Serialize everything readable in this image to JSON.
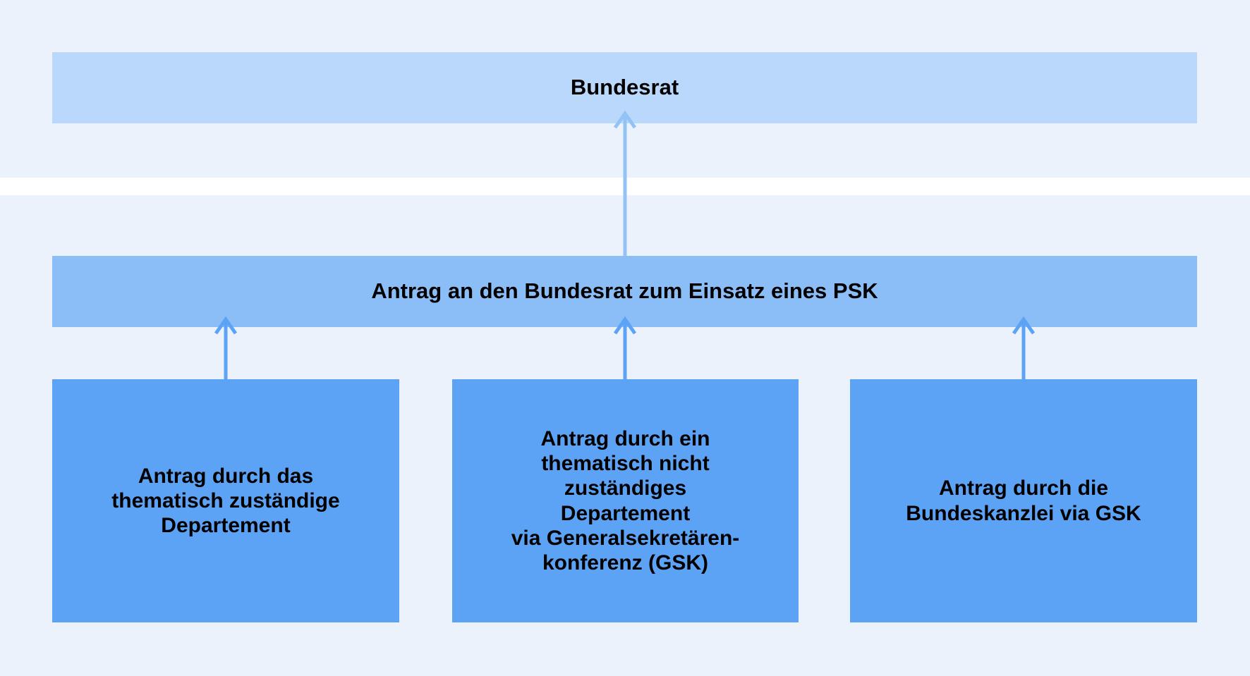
{
  "diagram": {
    "type": "flow-hierarchy",
    "title_node": "Bundesrat",
    "background": {
      "band_color": "#ebf2fc",
      "gap_color": "#ffffff"
    },
    "colors": {
      "level1_box": "#b9d8fb",
      "level2_box": "#8bbdf7",
      "level3_box": "#5da3f5",
      "arrow_top": "#93c2f5",
      "arrow_bottom": "#5da3f5",
      "text": "#000000"
    },
    "levels": {
      "level1": {
        "label": "Bundesrat"
      },
      "level2": {
        "label": "Antrag an den Bundesrat zum Einsatz eines PSK"
      },
      "level3": [
        {
          "label": "Antrag durch das\nthematisch zuständige\nDepartement"
        },
        {
          "label": "Antrag durch ein\nthematisch nicht\nzuständiges\nDepartement\nvia Generalsekretären-\nkonferenz (GSK)"
        },
        {
          "label": "Antrag durch die\nBundeskanzlei via GSK"
        }
      ]
    },
    "edges": [
      {
        "from": "level2",
        "to": "level1",
        "direction": "up"
      },
      {
        "from": "level3-a",
        "to": "level2",
        "direction": "up"
      },
      {
        "from": "level3-b",
        "to": "level2",
        "direction": "up"
      },
      {
        "from": "level3-c",
        "to": "level2",
        "direction": "up"
      }
    ]
  }
}
